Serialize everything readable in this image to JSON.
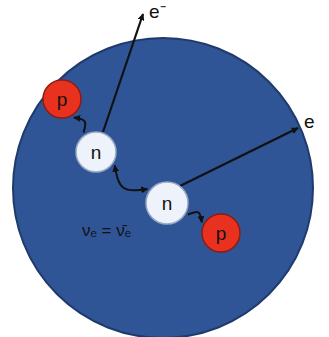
{
  "diagram": {
    "nodes": [
      {
        "text": [
          "p"
        ]
      },
      {
        "text": [
          "n"
        ]
      },
      {
        "text": [
          "n"
        ]
      },
      {
        "text": [
          "p"
        ]
      }
    ],
    "edges": [
      {
        "from": 1,
        "to": 0,
        "arrow": "to"
      },
      {
        "from": 1,
        "to": 2,
        "arrow": "both"
      },
      {
        "from": 2,
        "to": 3,
        "arrow": "to"
      }
    ],
    "labels": [
      "e⁻",
      "e",
      "νₑ = ν̄ₑ"
    ]
  }
}
